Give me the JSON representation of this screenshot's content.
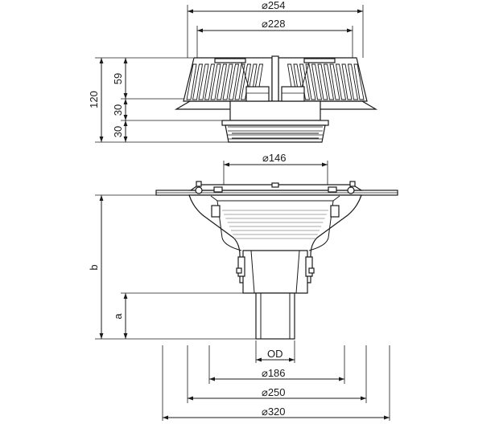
{
  "dimensions": {
    "top_outer_diameter": "254",
    "top_inner_diameter": "228",
    "flange_diameter": "146",
    "outlet_od": "OD",
    "base_d1": "186",
    "base_d2": "250",
    "base_d3": "320"
  },
  "heights": {
    "total": "120",
    "grate": "59",
    "ring": "30",
    "collar": "30",
    "body_b": "b",
    "body_a": "a"
  },
  "symbols": {
    "diameter_symbol": "⌀"
  }
}
